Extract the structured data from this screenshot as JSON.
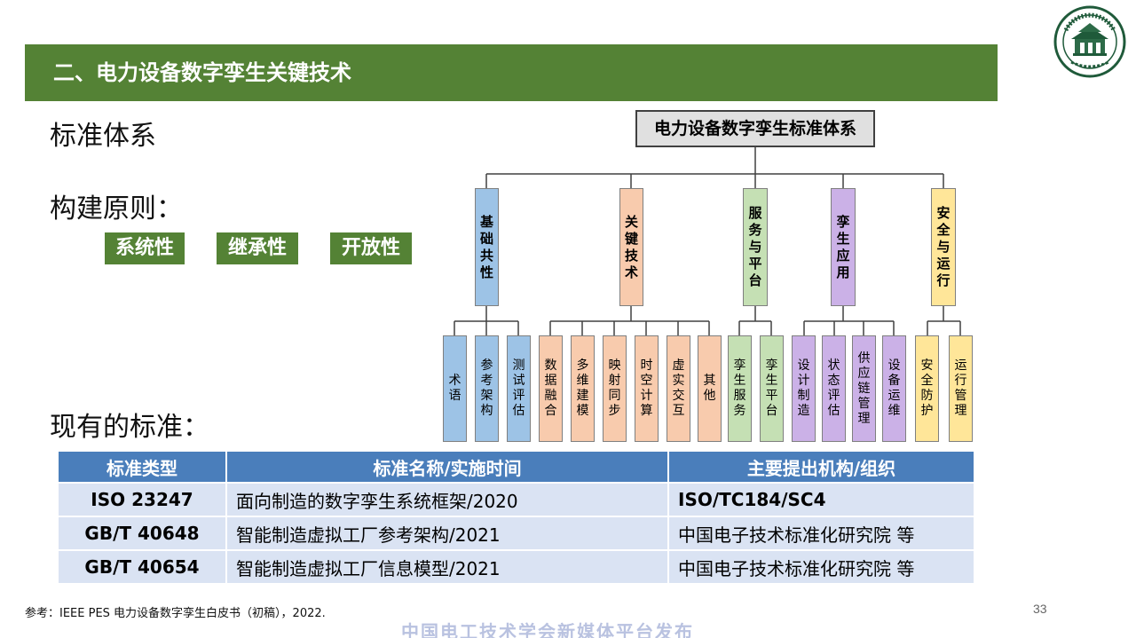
{
  "title": "二、电力设备数字孪生关键技术",
  "headings": {
    "standard_system": "标准体系",
    "principles": "构建原则：",
    "existing": "现有的标准："
  },
  "principles": [
    "系统性",
    "继承性",
    "开放性"
  ],
  "tree": {
    "root": "电力设备数字孪生标准体系",
    "categories": [
      {
        "label": "基础共性",
        "color": "#9dc3e6",
        "children": [
          "术语",
          "参考架构",
          "测试评估"
        ]
      },
      {
        "label": "关键技术",
        "color": "#f8cbad",
        "children": [
          "数据融合",
          "多维建模",
          "映射同步",
          "时空计算",
          "虚实交互",
          "其他"
        ]
      },
      {
        "label": "服务与平台",
        "color": "#c5e0b4",
        "children": [
          "孪生服务",
          "孪生平台"
        ]
      },
      {
        "label": "孪生应用",
        "color": "#cbb1e7",
        "children": [
          "设计制造",
          "状态评估",
          "供应链管理",
          "设备运维"
        ]
      },
      {
        "label": "安全与运行",
        "color": "#ffe699",
        "children": [
          "安全防护",
          "运行管理"
        ]
      }
    ]
  },
  "table": {
    "headers": [
      "标准类型",
      "标准名称/实施时间",
      "主要提出机构/组织"
    ],
    "rows": [
      [
        "ISO 23247",
        "面向制造的数字孪生系统框架/2020",
        "ISO/TC184/SC4"
      ],
      [
        "GB/T 40648",
        "智能制造虚拟工厂参考架构/2021",
        "中国电子技术标准化研究院 等"
      ],
      [
        "GB/T 40654",
        "智能制造虚拟工厂信息模型/2021",
        "中国电子技术标准化研究院 等"
      ]
    ]
  },
  "reference": "参考：IEEE PES 电力设备数字孪生白皮书（初稿），2022.",
  "page_number": "33",
  "watermark": "中国电工技术学会新媒体平台发布",
  "colors": {
    "title_bar": "#548235",
    "table_header": "#4a7ebb",
    "table_row": "#dae3f3"
  }
}
